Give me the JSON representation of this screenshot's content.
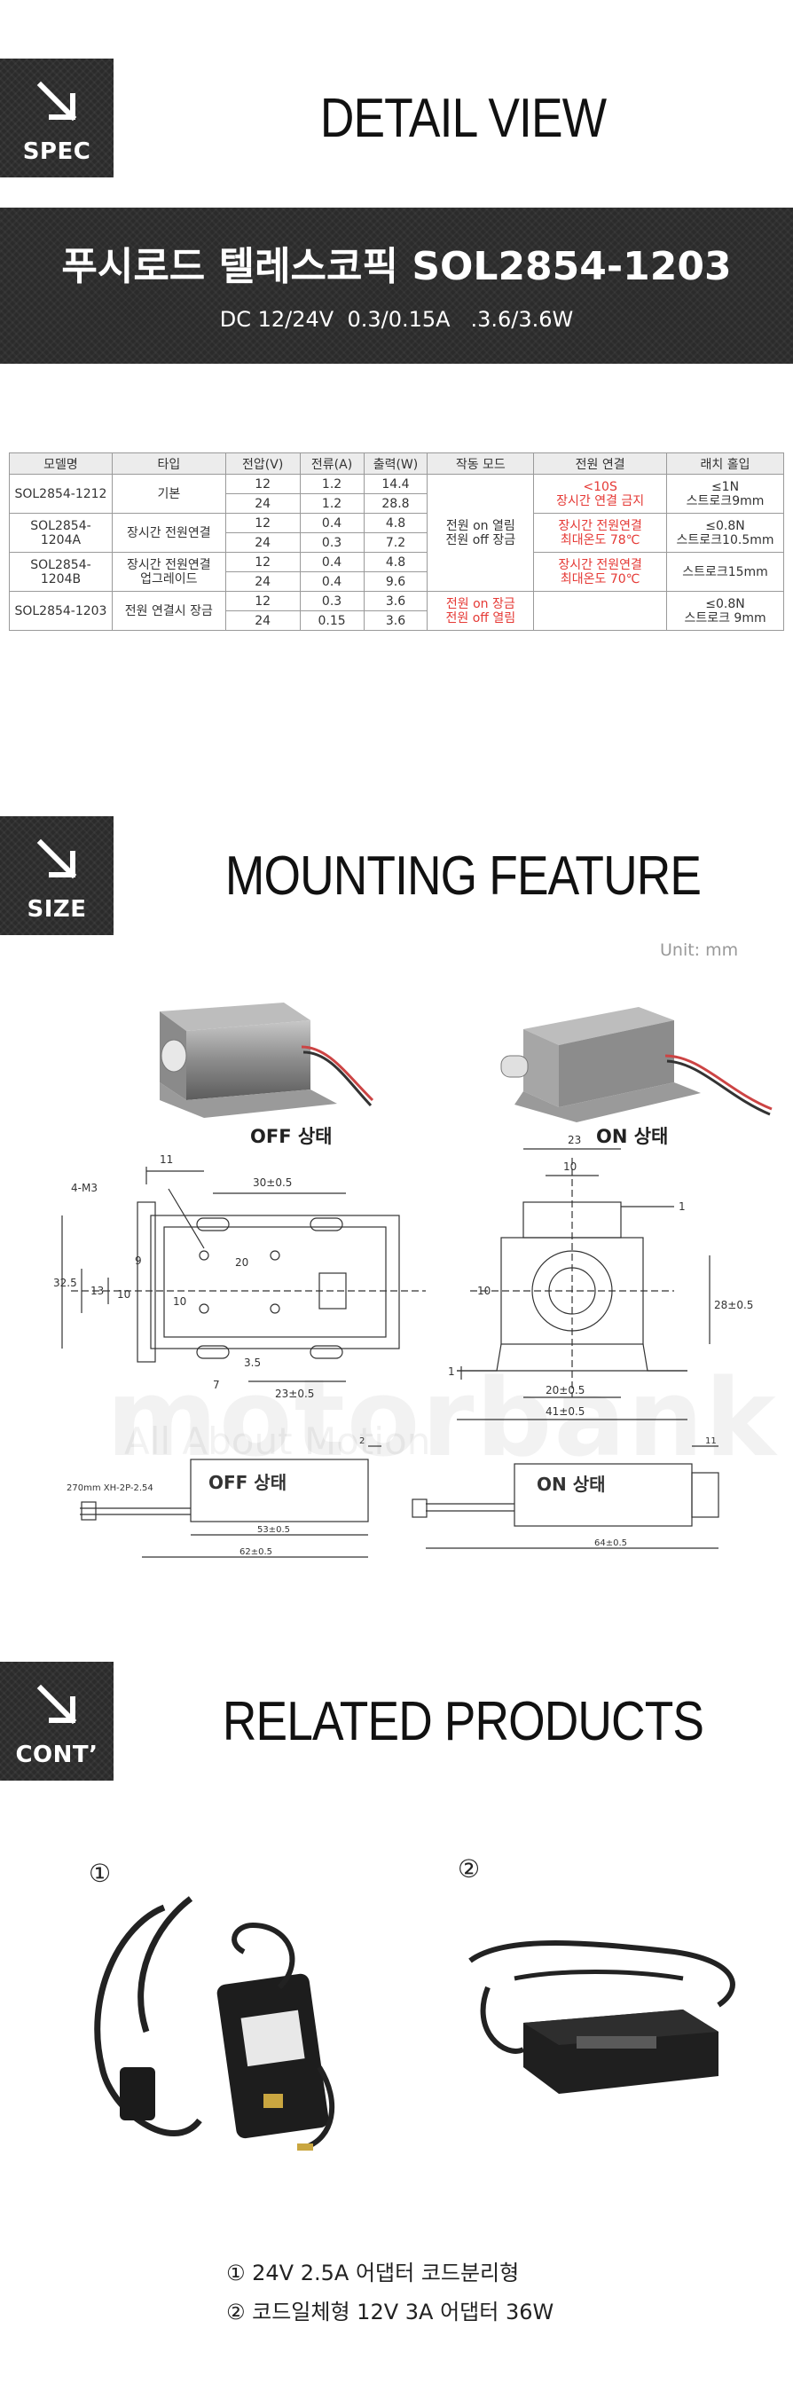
{
  "sections": {
    "spec": {
      "badge": "SPEC",
      "title": "DETAIL VIEW"
    },
    "size": {
      "badge": "SIZE",
      "title": "MOUNTING FEATURE"
    },
    "cont": {
      "badge": "CONT’",
      "title": "RELATED PRODUCTS"
    }
  },
  "banner": {
    "title": "푸시로드 텔레스코픽  SOL2854-1203",
    "subtitle": "DC 12/24V  0.3/0.15A   .3.6/3.6W"
  },
  "table": {
    "headers": [
      "모델명",
      "타입",
      "전압(V)",
      "전류(A)",
      "출력(W)",
      "작동 모드",
      "전원 연결",
      "래치 홀입"
    ],
    "models": [
      "SOL2854-1212",
      "SOL2854-1204A",
      "SOL2854-1204B",
      "SOL2854-1203"
    ],
    "types": [
      "기본",
      "장시간 전원연결",
      "장시간 전원연결",
      "업그레이드",
      "전원 연결시 장금"
    ],
    "rows": [
      [
        "12",
        "1.2",
        "14.4"
      ],
      [
        "24",
        "1.2",
        "28.8"
      ],
      [
        "12",
        "0.4",
        "4.8"
      ],
      [
        "24",
        "0.3",
        "7.2"
      ],
      [
        "12",
        "0.4",
        "4.8"
      ],
      [
        "24",
        "0.4",
        "9.6"
      ],
      [
        "12",
        "0.3",
        "3.6"
      ],
      [
        "24",
        "0.15",
        "3.6"
      ]
    ],
    "mode": [
      "전원 on 열림",
      "전원 off 장금"
    ],
    "mode_red": [
      "전원 on 장금",
      "전원 off 열림"
    ],
    "power": {
      "p1": [
        "<10S",
        "장시간 연결 금지"
      ],
      "p2": [
        "장시간 전원연결",
        "최대온도 78℃"
      ],
      "p3": [
        "장시간 전원연결",
        "최대온도 70℃"
      ]
    },
    "latch": {
      "l1": [
        "≤1N",
        "스트로크9mm"
      ],
      "l2": [
        "≤0.8N",
        "스트로크10.5mm"
      ],
      "l3": [
        "스트로크15mm"
      ],
      "l4": [
        "≤0.8N",
        "스트로크 9mm"
      ]
    }
  },
  "size": {
    "unit": "Unit: mm",
    "off_label": "OFF 상태",
    "on_label": "ON 상태",
    "dims": {
      "d11": "11",
      "d30": "30±0.5",
      "m3": "4-M3",
      "d20": "20",
      "d9": "9",
      "d13": "13",
      "d10": "10",
      "d10b": "10",
      "d325": "32.5",
      "d35": "3.5",
      "d7": "7",
      "d23a": "23±0.5",
      "d23": "23",
      "d10c": "10",
      "d1a": "1",
      "d10d": "10",
      "d28": "28±0.5",
      "d1b": "1",
      "d20b": "20±0.5",
      "d41": "41±0.5",
      "wire": "270mm XH-2P-2.54",
      "d2": "2",
      "d53": "53±0.5",
      "d62": "62±0.5",
      "d11b": "11",
      "d64": "64±0.5"
    },
    "watermark": "motorbank",
    "watermark_sub": "All About Motion"
  },
  "products": {
    "n1": "①",
    "n2": "②",
    "items": [
      "① 24V 2.5A 어댑터 코드분리형",
      "② 코드일체형 12V 3A 어댑터 36W"
    ]
  }
}
